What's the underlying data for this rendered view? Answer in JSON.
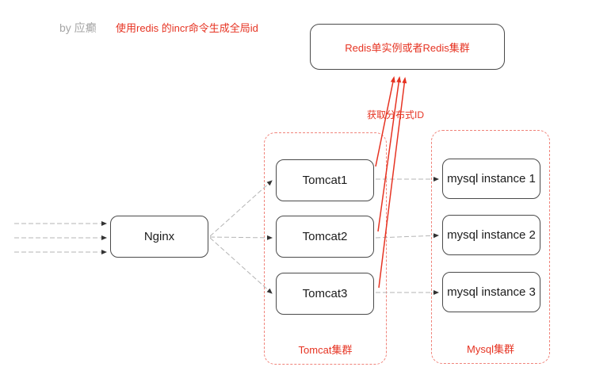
{
  "annotation": {
    "author": "by 应癫",
    "note": "使用redis 的incr命令生成全局id"
  },
  "redis": {
    "label": "Redis单实例或者Redis集群"
  },
  "edge_label": "获取分布式ID",
  "nginx": {
    "label": "Nginx"
  },
  "tomcat_cluster": {
    "label": "Tomcat集群",
    "nodes": [
      "Tomcat1",
      "Tomcat2",
      "Tomcat3"
    ]
  },
  "mysql_cluster": {
    "label": "Mysql集群",
    "nodes": [
      "mysql instance 1",
      "mysql instance 2",
      "mysql instance 3"
    ]
  },
  "colors": {
    "accent_red": "#e63322",
    "cluster_border_red": "#f0837a",
    "edge_gray": "#b5b5b5",
    "node_border": "#4a4a4a",
    "muted_gray": "#a6a6a6"
  }
}
